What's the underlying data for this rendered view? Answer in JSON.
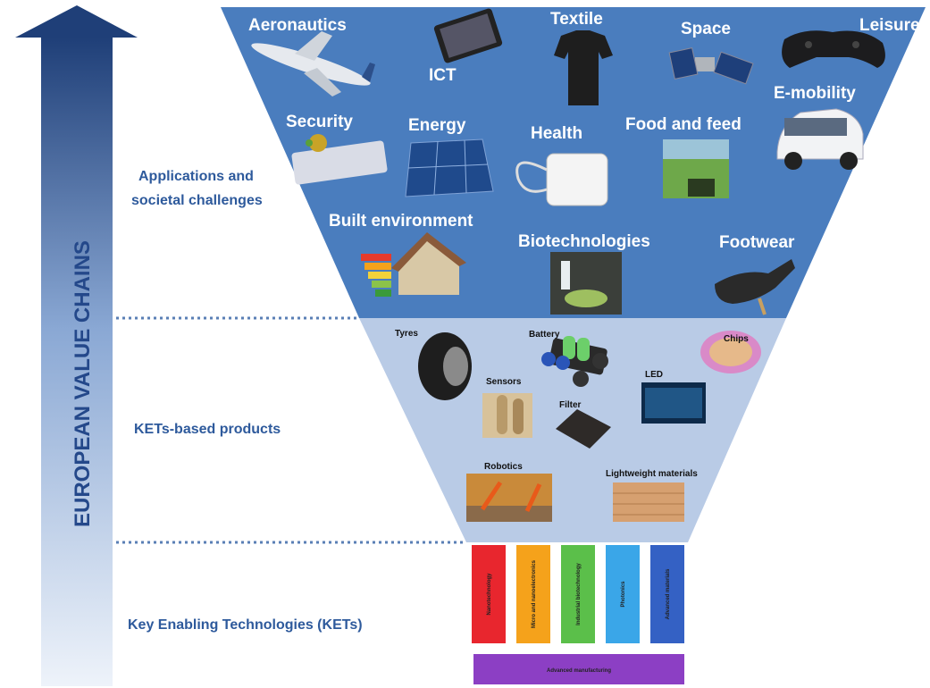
{
  "vertical_title": "EUROPEAN  VALUE CHAINS",
  "tiers": {
    "applications": "Applications and societal challenges",
    "applications_line1": "Applications and",
    "applications_line2": "societal challenges",
    "products": "KETs-based products",
    "kets": "Key Enabling Technologies (KETs)"
  },
  "applications": [
    "Aeronautics",
    "ICT",
    "Textile",
    "Space",
    "Leisure",
    "E-mobility",
    "Security",
    "Energy",
    "Health",
    "Food and feed",
    "Built environment",
    "Biotechnologies",
    "Footwear"
  ],
  "products": [
    "Tyres",
    "Battery",
    "Chips",
    "Sensors",
    "LED",
    "Filter",
    "Robotics",
    "Lightweight materials"
  ],
  "kets": [
    {
      "label": "Nanotechnology",
      "color": "#e8262e"
    },
    {
      "label": "Micro and nanoelectronics",
      "color": "#f5a21b"
    },
    {
      "label": "Industrial biotechnology",
      "color": "#5bbf4a"
    },
    {
      "label": "Photonics",
      "color": "#3aa6e8"
    },
    {
      "label": "Advanced materials",
      "color": "#3461c4"
    }
  ],
  "base_bar": {
    "label": "Advanced manufacturing",
    "color": "#8c3fc4"
  },
  "colors": {
    "top_funnel": "#4a7dbe",
    "mid_funnel": "#b9cbe6",
    "arrow_dark": "#1f3f78",
    "arrow_light": "#dfe8f5",
    "side_text": "#2e5a9c"
  }
}
